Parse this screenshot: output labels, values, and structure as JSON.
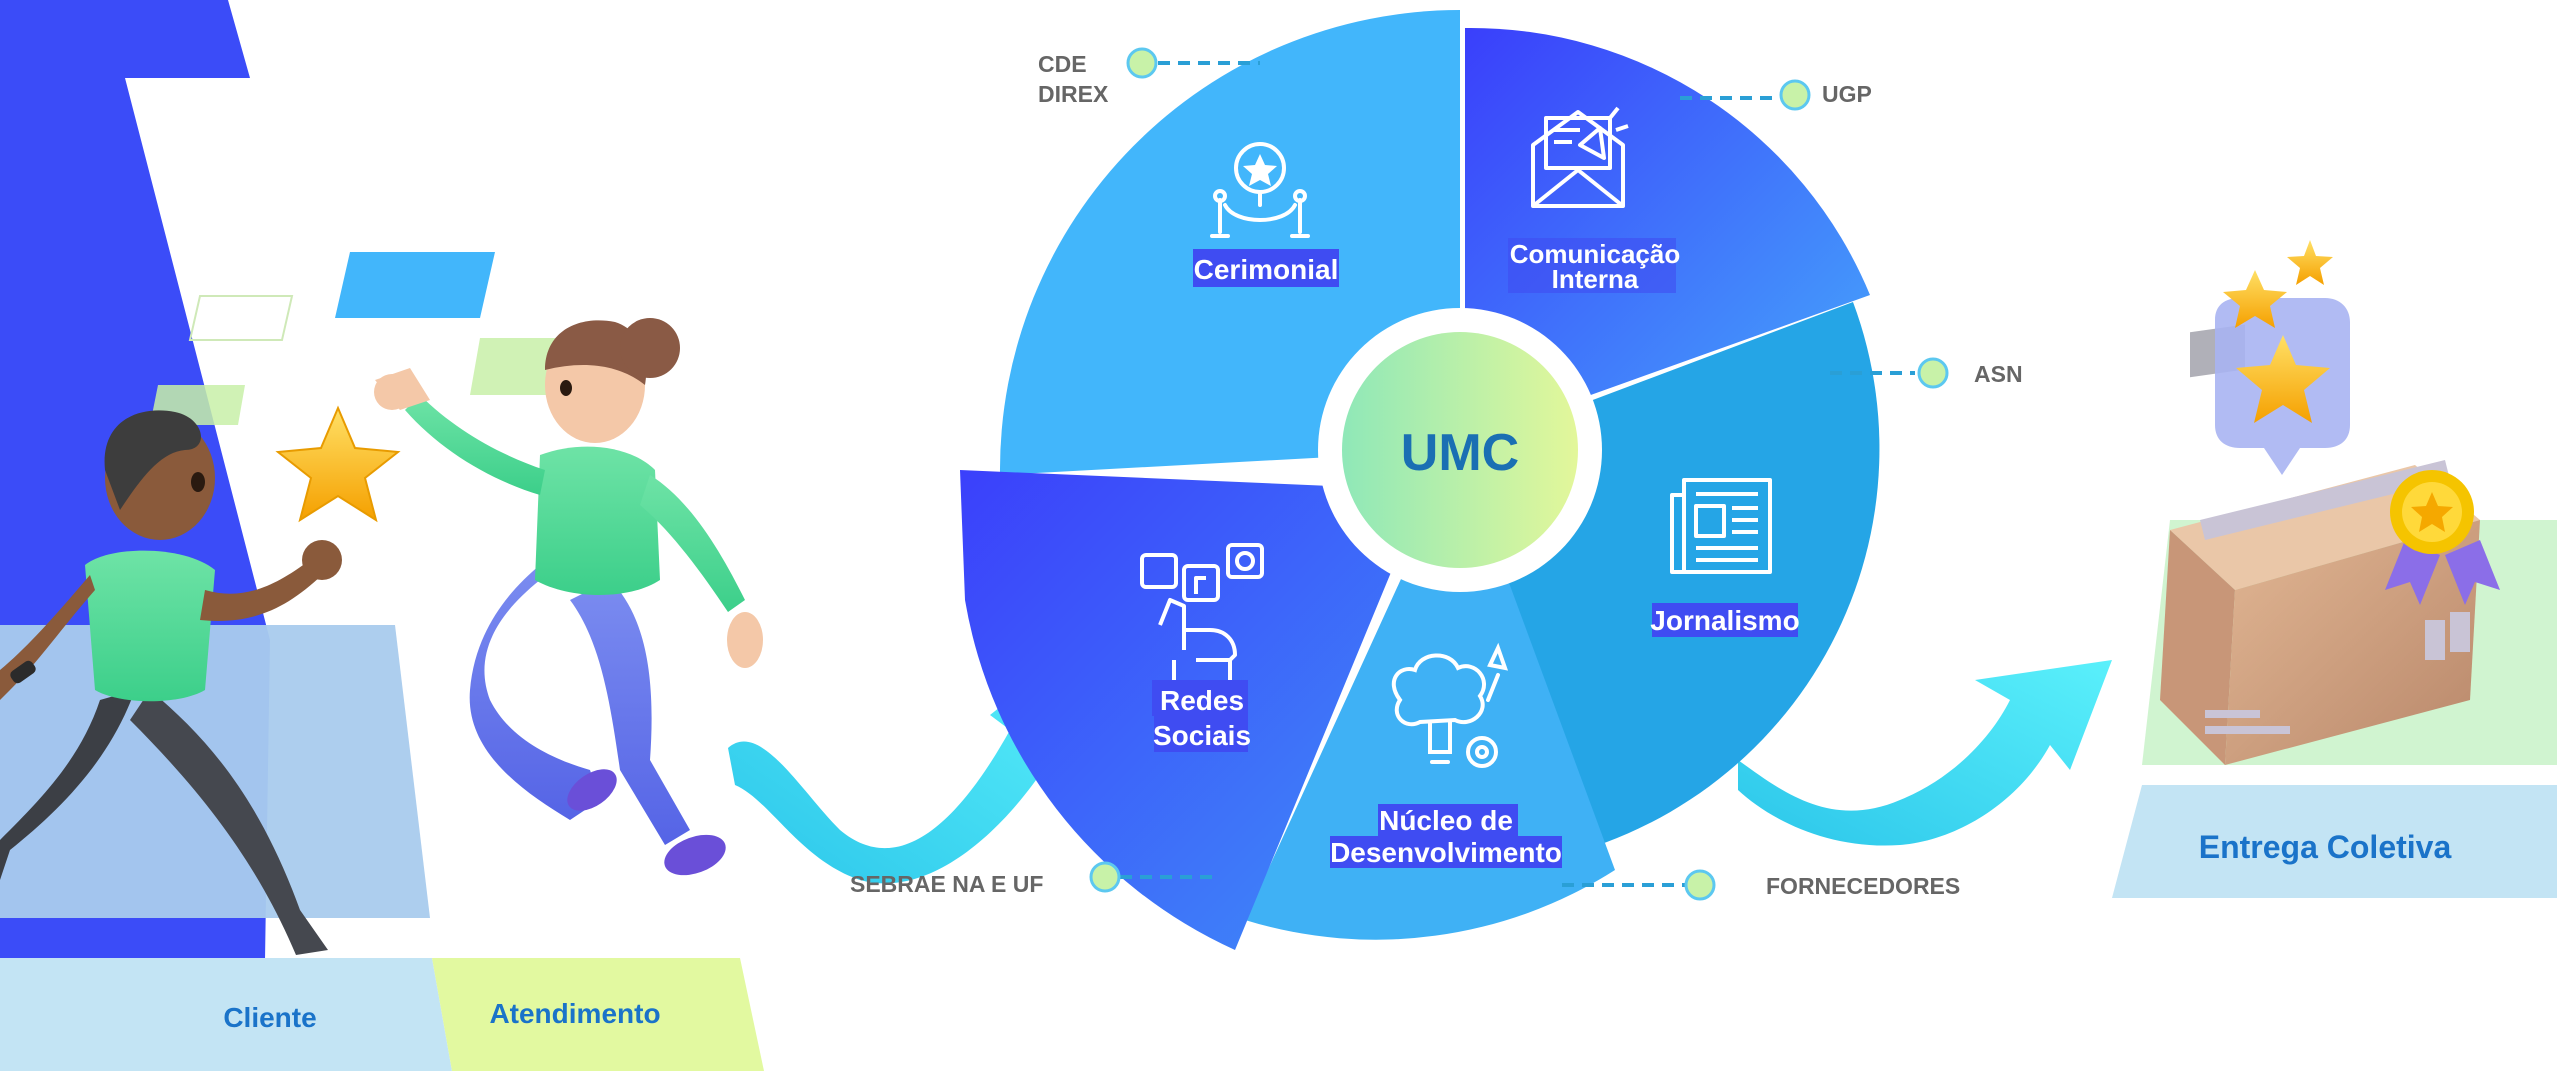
{
  "center": {
    "label": "UMC"
  },
  "segments": [
    {
      "id": "cerimonial",
      "label": [
        "Cerimonial"
      ],
      "icon": "ceremony-stanchion-icon"
    },
    {
      "id": "comunicacao-interna",
      "label": [
        "Comunicação",
        "Interna"
      ],
      "icon": "newsletter-envelope-icon"
    },
    {
      "id": "jornalismo",
      "label": [
        "Jornalismo"
      ],
      "icon": "newspaper-icon"
    },
    {
      "id": "nucleo-desenvolvimento",
      "label": [
        "Núcleo de",
        "Desenvolvimento"
      ],
      "icon": "brain-lightbulb-gear-icon"
    },
    {
      "id": "redes-sociais",
      "label": [
        "Redes",
        "Sociais"
      ],
      "icon": "social-media-hand-icon"
    }
  ],
  "stakeholders": [
    {
      "id": "cde-direx",
      "label": [
        "CDE",
        "DIREX"
      ]
    },
    {
      "id": "ugp",
      "label": [
        "UGP"
      ]
    },
    {
      "id": "asn",
      "label": [
        "ASN"
      ]
    },
    {
      "id": "fornecedores",
      "label": [
        "FORNECEDORES"
      ]
    },
    {
      "id": "sebrae",
      "label": [
        "SEBRAE NA E UF"
      ]
    }
  ],
  "footer": {
    "cliente": "Cliente",
    "atendimento": "Atendimento",
    "entrega": "Entrega Coletiva"
  },
  "colors": {
    "wheel_light": "#42b6fb",
    "wheel_mid": "#25a5e6",
    "wheel_blue": "#3a4efb",
    "label_bg": "#3f4cf2",
    "center_text": "#1a6fb3",
    "dot": "#c8f2a8",
    "dash": "#2a9fd6",
    "stakeholder_text": "#666666",
    "footer_text": "#1a73c9",
    "panel_lightblue": "#c3e4f4",
    "panel_lime": "#e2f9a0",
    "royal_blue": "#3b4cf8"
  }
}
